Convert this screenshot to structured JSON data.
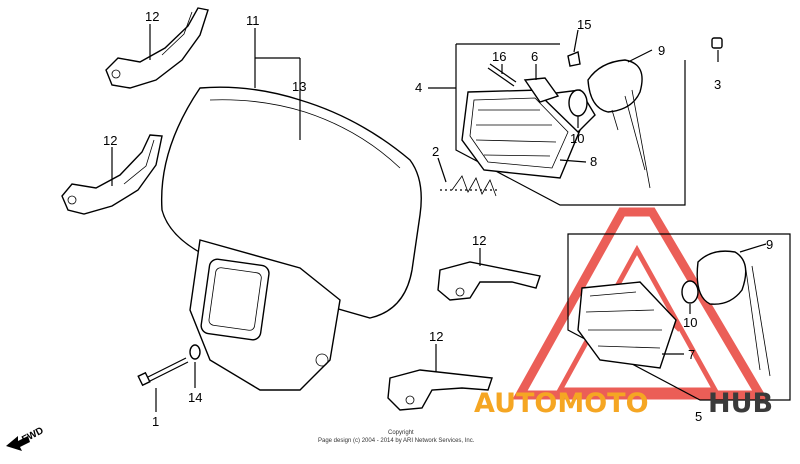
{
  "callouts": {
    "c1": "1",
    "c2": "2",
    "c3": "3",
    "c4": "4",
    "c5": "5",
    "c6": "6",
    "c7": "7",
    "c8": "8",
    "c9a": "9",
    "c9b": "9",
    "c10a": "10",
    "c10b": "10",
    "c11": "11",
    "c12a": "12",
    "c12b": "12",
    "c12c": "12",
    "c12d": "12",
    "c13": "13",
    "c14": "14",
    "c15": "15",
    "c16": "16"
  },
  "watermark": {
    "part1": "AUTOMOTO",
    "part2": "HUB"
  },
  "copyright": {
    "line1": "Copyright",
    "line2": "Page design (c) 2004 - 2014 by ARI Network Services, Inc."
  },
  "direction": {
    "label": "FWD"
  },
  "colors": {
    "watermark_red": "#e8423a",
    "watermark_orange": "#f5a623",
    "watermark_gray": "#3a3a3a"
  }
}
